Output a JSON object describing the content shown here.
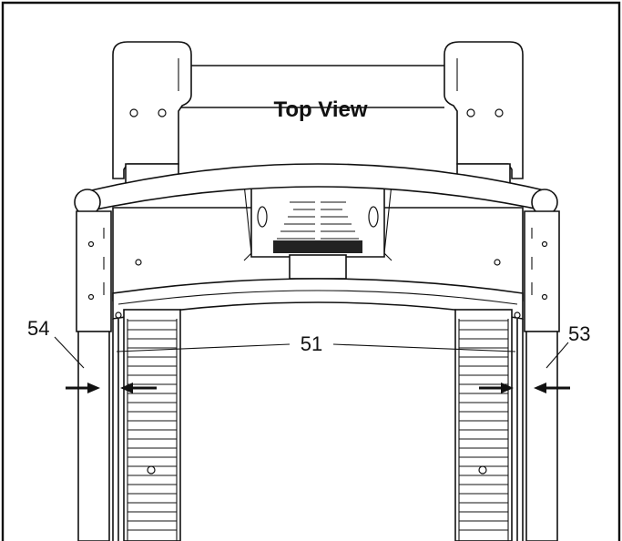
{
  "diagram": {
    "view_label": "Top View",
    "callouts": {
      "left": "54",
      "center": "51",
      "right": "53"
    }
  }
}
